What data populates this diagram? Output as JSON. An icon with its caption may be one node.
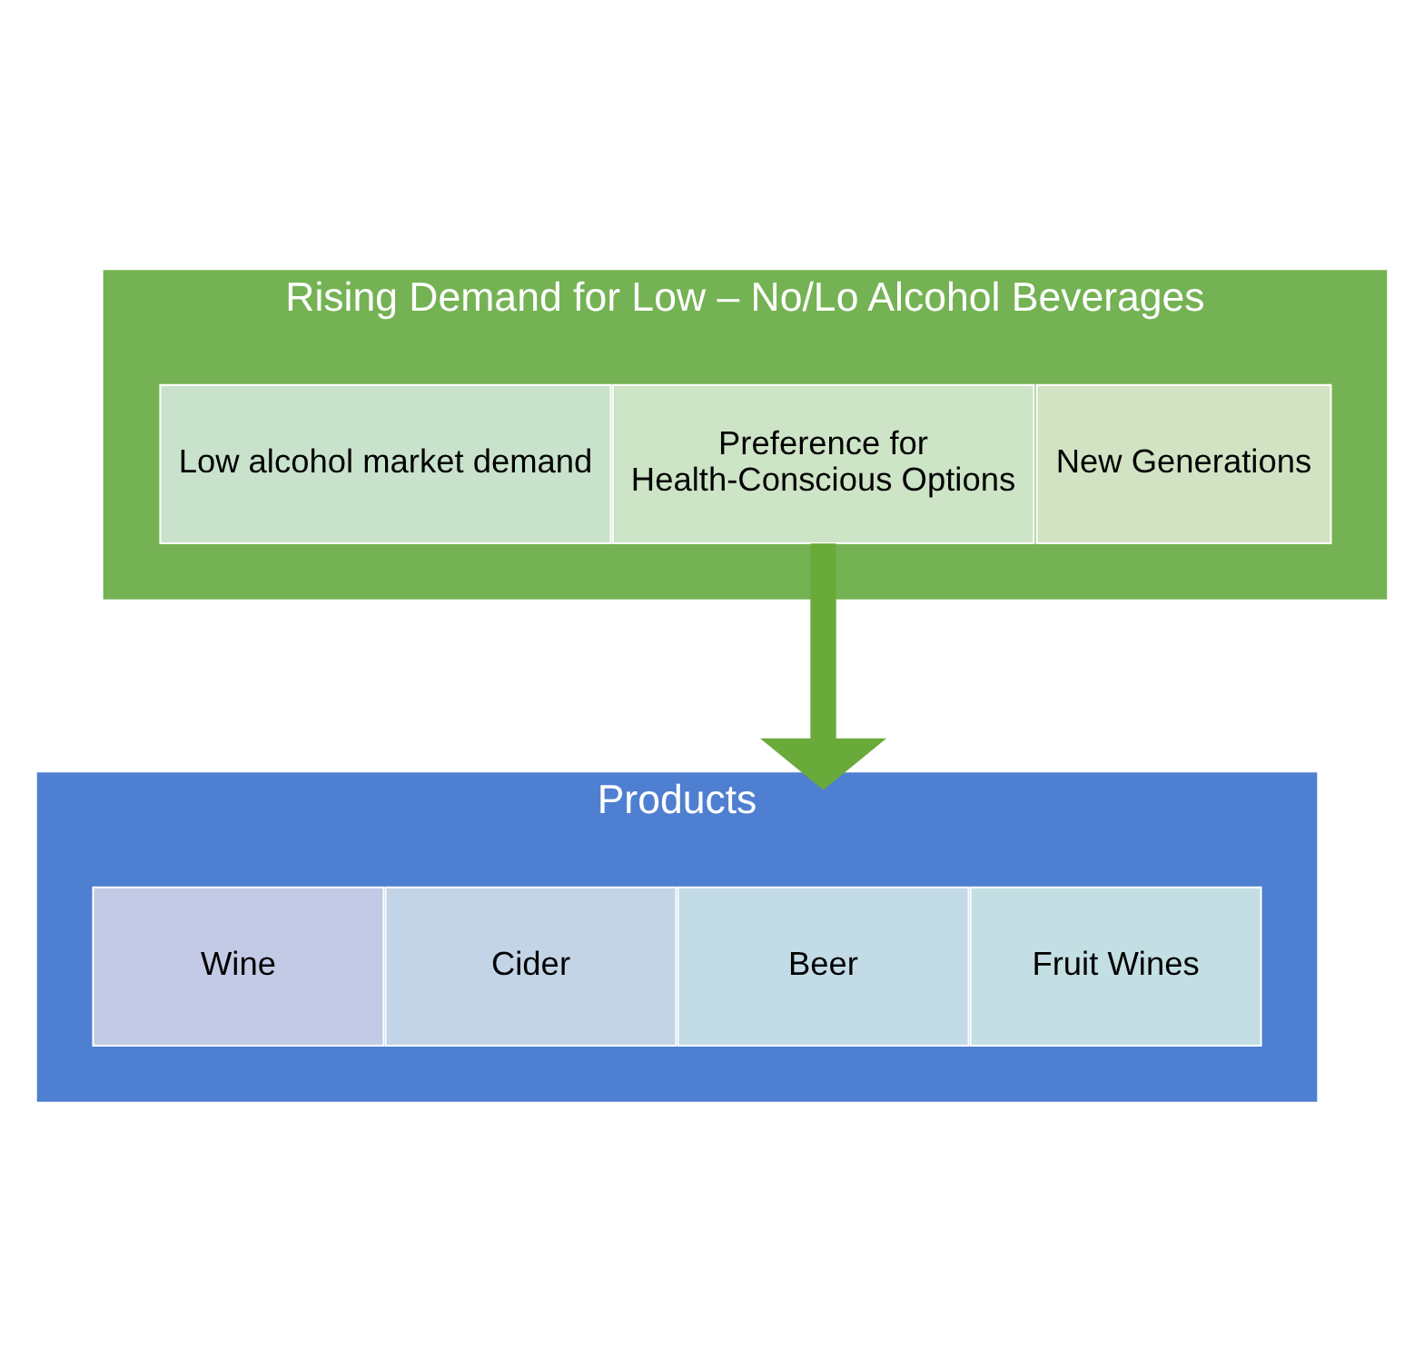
{
  "diagram": {
    "nodes": [
      {
        "text": [
          "Rising Demand for Low – No/Lo Alcohol Beverages"
        ]
      },
      {
        "text": [
          "Low alcohol market demand"
        ],
        "in": 0
      },
      {
        "text": [
          "Preference for Health-Conscious Options"
        ],
        "in": 0
      },
      {
        "text": [
          "New Generations"
        ],
        "in": 0
      },
      {
        "text": [
          "Products"
        ]
      },
      {
        "text": [
          "Wine"
        ],
        "in": 4
      },
      {
        "text": [
          "Cider"
        ],
        "in": 4
      },
      {
        "text": [
          "Beer"
        ],
        "in": 4
      },
      {
        "text": [
          "Fruit Wines"
        ],
        "in": 4
      }
    ],
    "edges": [
      {
        "from": 2,
        "to": 4,
        "arrow": "to",
        "color": "#6aaa3a"
      }
    ]
  }
}
